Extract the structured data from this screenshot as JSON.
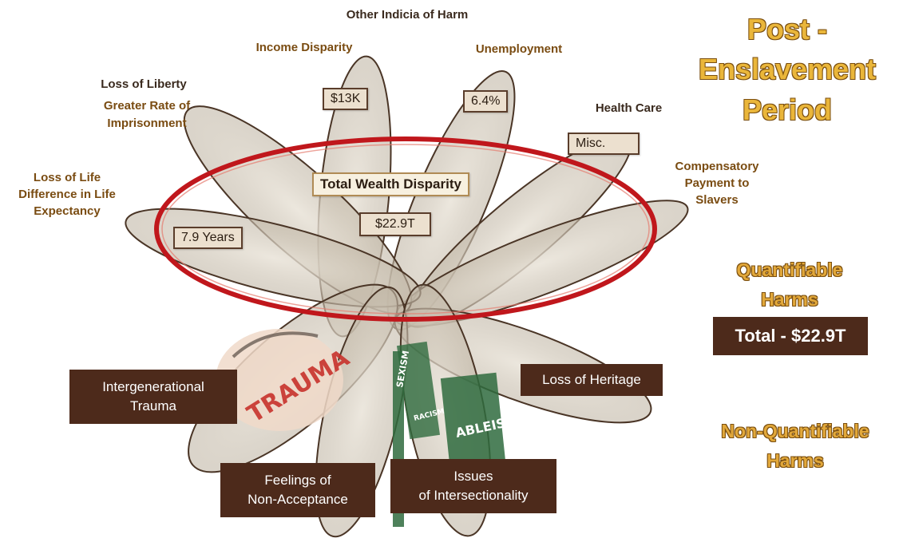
{
  "title_lines": [
    "Post -",
    "Enslavement",
    "Period"
  ],
  "other_indicia": "Other Indicia of Harm",
  "income_label": "Income Disparity",
  "income_value": "$13K",
  "unemployment_label": "Unemployment",
  "unemployment_value": "6.4%",
  "health_label": "Health Care",
  "health_value": "Misc.",
  "compensatory_lines": [
    "Compensatory",
    "Payment to",
    "Slavers"
  ],
  "liberty_title": "Loss of Liberty",
  "liberty_lines": [
    "Greater Rate of",
    "Imprisonment"
  ],
  "life_lines": [
    "Loss of Life",
    "Difference in Life",
    "Expectancy"
  ],
  "life_value": "7.9 Years",
  "total_wealth_label": "Total Wealth Disparity",
  "total_wealth_value": "$22.9T",
  "quantifiable_lines": [
    "Quantifiable",
    "Harms"
  ],
  "total_box": "Total - $22.9T",
  "nonquant_lines": [
    "Non-Quantifiable",
    "Harms"
  ],
  "nq_intergenerational": [
    "Intergenerational",
    "Trauma"
  ],
  "nq_heritage": "Loss of Heritage",
  "nq_feelings": [
    "Feelings of",
    "Non-Acceptance"
  ],
  "nq_intersectionality": [
    "Issues",
    "of Intersectionality"
  ],
  "image_words": [
    "TRAUMA",
    "SEXISM",
    "ABLEISM",
    "RACISM"
  ],
  "colors": {
    "petal_fill": "#d4cdbf",
    "petal_stroke": "#4a3526",
    "ring_stroke": "#c0171c",
    "title_fill": "#eab63a",
    "title_outline": "#7b4f10",
    "box_dark": "#4d2a1b",
    "value_box_fill": "#ece0cf",
    "label_brown": "#7a4c12",
    "trauma_red": "#c8322c",
    "sign_green": "#2f6b3e"
  }
}
